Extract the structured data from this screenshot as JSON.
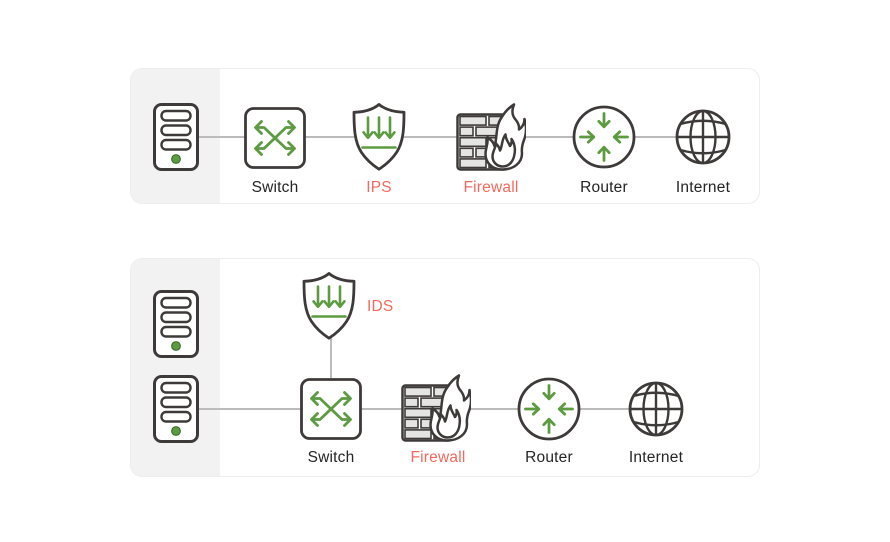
{
  "colors": {
    "green": "#5d9b42",
    "red": "#f4695e",
    "dark": "#3e3a39",
    "connector_gray": "#bcbcbc",
    "panel_gray": "#f2f2f2",
    "card_border": "#ededed",
    "card_bg": "#ffffff",
    "label_dark": "#242424",
    "brick_gray": "#e4e4e2"
  },
  "icons": {
    "server": "server-icon",
    "switch": "switch-crossed-arrows-icon",
    "ips": "shield-down-arrows-icon",
    "ids": "shield-down-arrows-icon",
    "firewall": "brick-wall-flame-icon",
    "router": "circle-inward-arrows-icon",
    "internet": "globe-icon"
  },
  "top_diagram": {
    "labels": {
      "switch": "Switch",
      "ips": "IPS",
      "firewall": "Firewall",
      "router": "Router",
      "internet": "Internet"
    }
  },
  "bottom_diagram": {
    "labels": {
      "ids": "IDS",
      "switch": "Switch",
      "firewall": "Firewall",
      "router": "Router",
      "internet": "Internet"
    }
  }
}
